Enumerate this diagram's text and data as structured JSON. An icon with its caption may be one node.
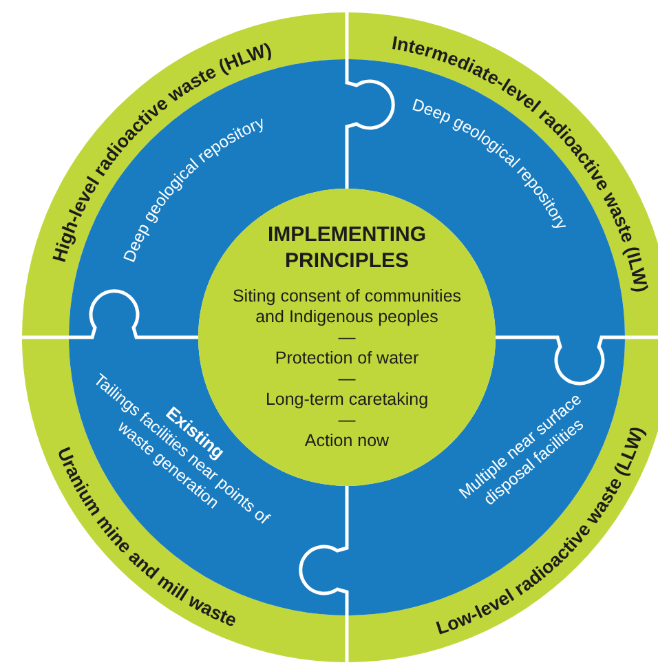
{
  "diagram": {
    "nodes": [
      {
        "text": [
          "IMPLEMENTING PRINCIPLES",
          "Siting consent of communities and Indigenous peoples",
          "—",
          "Protection of water",
          "—",
          "Long-term caretaking",
          "—",
          "Action now"
        ]
      },
      {
        "text": [
          "High-level radioactive waste (HLW)",
          "Deep geological repository"
        ]
      },
      {
        "text": [
          "Intermediate-level radioactive waste (ILW)",
          "Deep geological repository"
        ]
      },
      {
        "text": [
          "Uranium mine and mill waste",
          "Existing",
          "Tailings facilities near points of waste generation"
        ]
      },
      {
        "text": [
          "Low-level radioactive waste (LLW)",
          "Multiple near surface disposal facilities"
        ]
      }
    ]
  }
}
